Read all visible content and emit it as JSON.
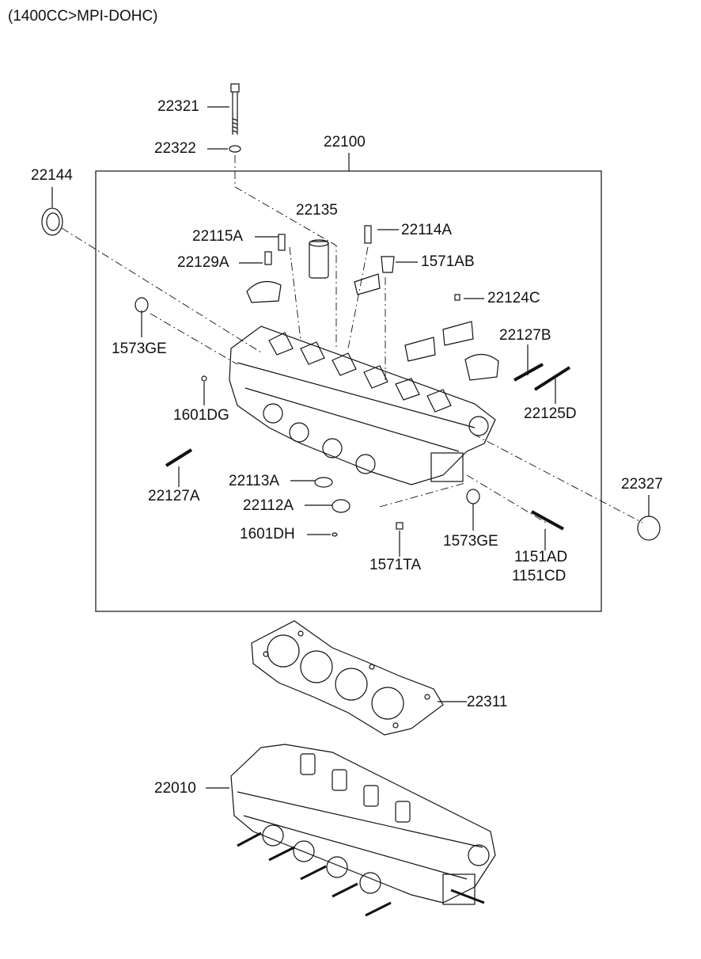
{
  "title": "(1400CC>MPI-DOHC)",
  "parts": {
    "p22321": "22321",
    "p22322": "22322",
    "p22100": "22100",
    "p22144": "22144",
    "p22135": "22135",
    "p22115A": "22115A",
    "p22114A": "22114A",
    "p22129A": "22129A",
    "p1571AB": "1571AB",
    "p22124C": "22124C",
    "p1573GE_left": "1573GE",
    "p22127B": "22127B",
    "p1601DG": "1601DG",
    "p22125D": "22125D",
    "p22127A": "22127A",
    "p22113A": "22113A",
    "p22327": "22327",
    "p22112A": "22112A",
    "p1601DH": "1601DH",
    "p1573GE_right": "1573GE",
    "p1151AD": "1151AD",
    "p1571TA": "1571TA",
    "p1151CD": "1151CD",
    "p22311": "22311",
    "p22010": "22010"
  },
  "colors": {
    "line": "#111111",
    "background": "#ffffff"
  }
}
